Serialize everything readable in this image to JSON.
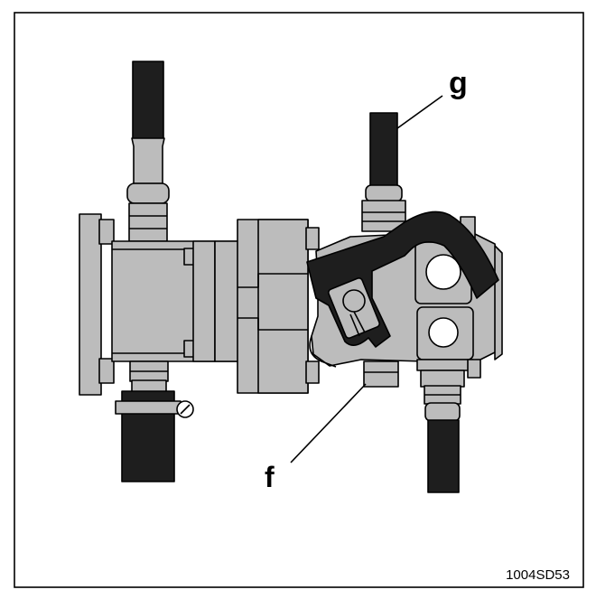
{
  "labels": {
    "g": "g",
    "f": "f"
  },
  "figure_code": "1004SD53",
  "colors": {
    "body": "#bcbcbc",
    "hose": "#1e1e1e",
    "line": "#000000",
    "background": "#ffffff"
  }
}
